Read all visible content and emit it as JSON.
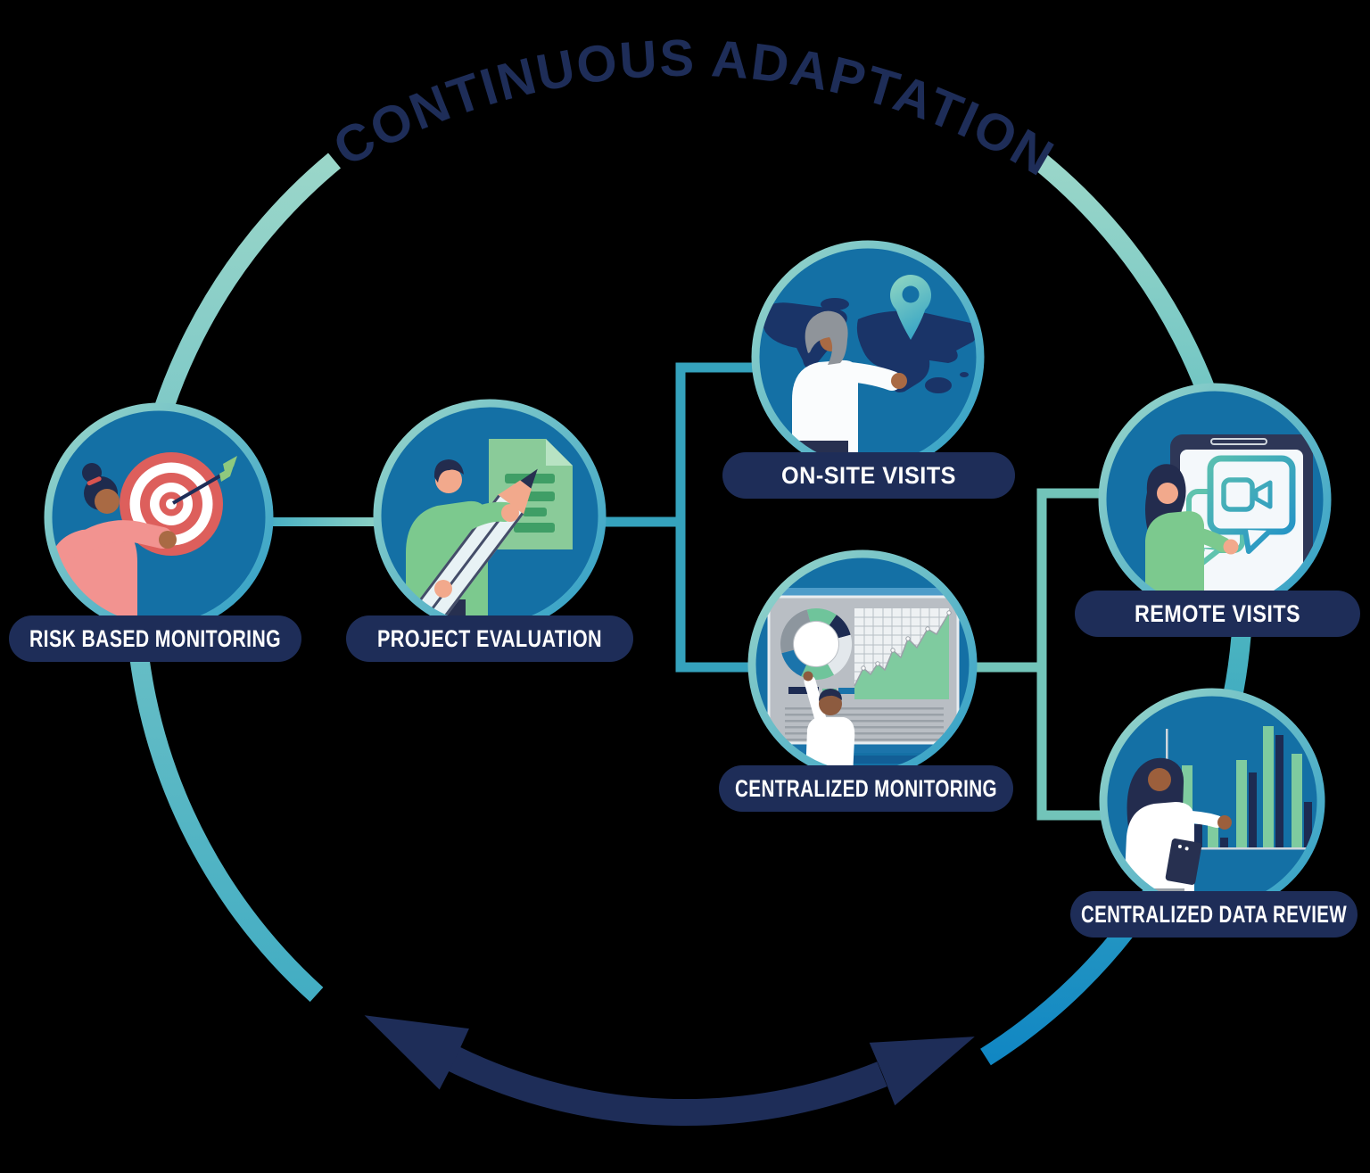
{
  "title": "CONTINUOUS ADAPTATION",
  "nodes": [
    {
      "id": "risk-based-monitoring",
      "label": "RISK BASED MONITORING",
      "icon": "target-arrow-icon"
    },
    {
      "id": "project-evaluation",
      "label": "PROJECT EVALUATION",
      "icon": "pencil-document-icon"
    },
    {
      "id": "on-site-visits",
      "label": "ON-SITE VISITS",
      "icon": "world-map-pin-icon"
    },
    {
      "id": "centralized-monitoring",
      "label": "CENTRALIZED MONITORING",
      "icon": "dashboard-charts-icon"
    },
    {
      "id": "remote-visits",
      "label": "REMOTE VISITS",
      "icon": "tablet-video-call-icon"
    },
    {
      "id": "centralized-data-review",
      "label": "CENTRALIZED DATA REVIEW",
      "icon": "bar-chart-presenter-icon"
    }
  ],
  "edges": [
    [
      "risk-based-monitoring",
      "project-evaluation"
    ],
    [
      "project-evaluation",
      "on-site-visits"
    ],
    [
      "project-evaluation",
      "centralized-monitoring"
    ],
    [
      "centralized-monitoring",
      "remote-visits"
    ],
    [
      "centralized-monitoring",
      "centralized-data-review"
    ]
  ],
  "colors": {
    "navy": "#1e2d58",
    "pill": "#1e2d58",
    "pillText": "#ffffff",
    "mint": "#9ad6c9",
    "teal": "#43adc3",
    "blue": "#1187c3",
    "nodeFill": "#1470a5",
    "connectorLeft": "#35a2bd",
    "connectorRight": "#72c4b9",
    "green": "#7cc98e",
    "docGreen": "#8acb99",
    "docLine": "#3f9e66",
    "salmon": "#f29390",
    "targetRed": "#dd5f5c",
    "screenGray": "#b9bec4",
    "barGreen": "#7fcb9f",
    "barNavy": "#1d2b52",
    "mapNavy": "#1a3468"
  }
}
